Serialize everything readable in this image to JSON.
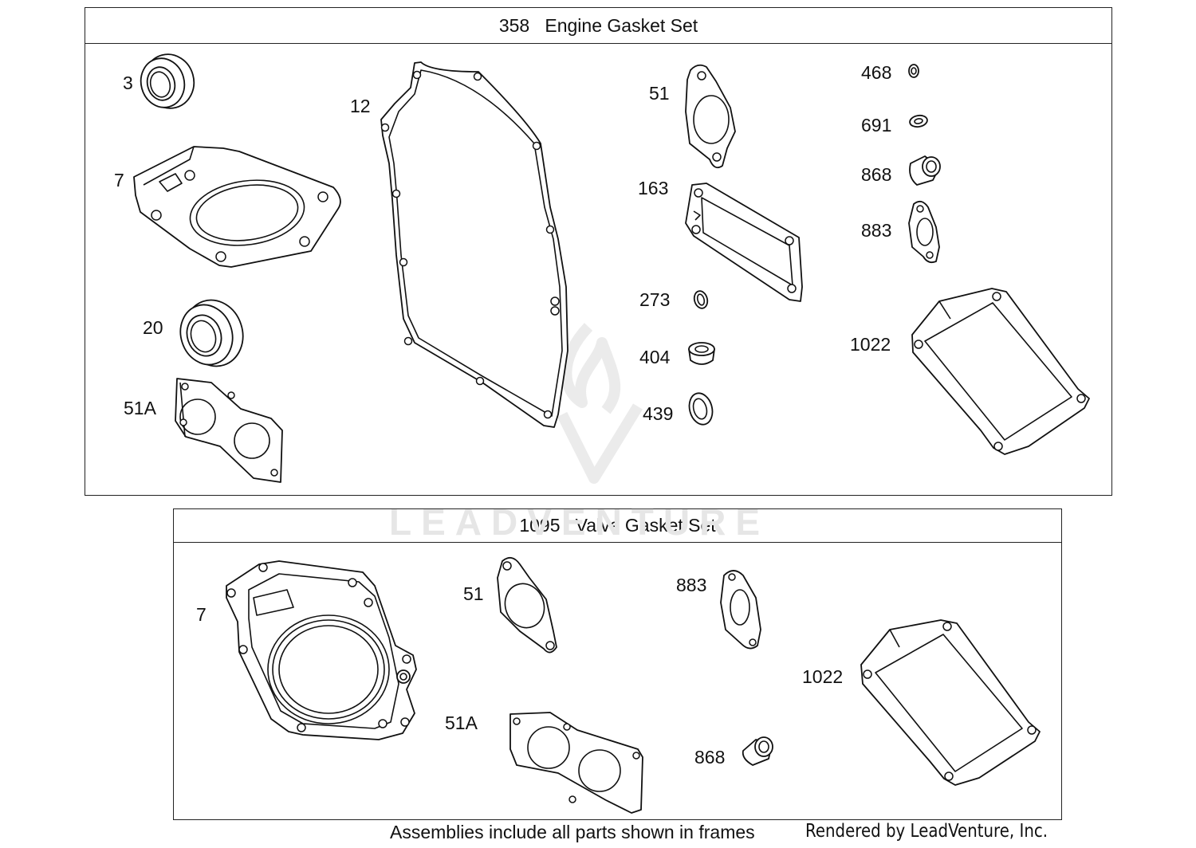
{
  "frames": {
    "engine": {
      "number": "358",
      "name": "Engine Gasket Set"
    },
    "valve": {
      "number": "1095",
      "name": "Valve Gasket Set"
    }
  },
  "callouts": {
    "engine": {
      "p3": "3",
      "p7": "7",
      "p20": "20",
      "p51A": "51A",
      "p12": "12",
      "p51": "51",
      "p163": "163",
      "p273": "273",
      "p404": "404",
      "p439": "439",
      "p468": "468",
      "p691": "691",
      "p868": "868",
      "p883": "883",
      "p1022": "1022"
    },
    "valve": {
      "p7": "7",
      "p51": "51",
      "p51A": "51A",
      "p883": "883",
      "p868": "868",
      "p1022": "1022"
    }
  },
  "watermark": {
    "text": "LEADVENTURE"
  },
  "footer": {
    "note": "Assemblies include all parts shown in frames",
    "credit": "Rendered by LeadVenture, Inc."
  }
}
